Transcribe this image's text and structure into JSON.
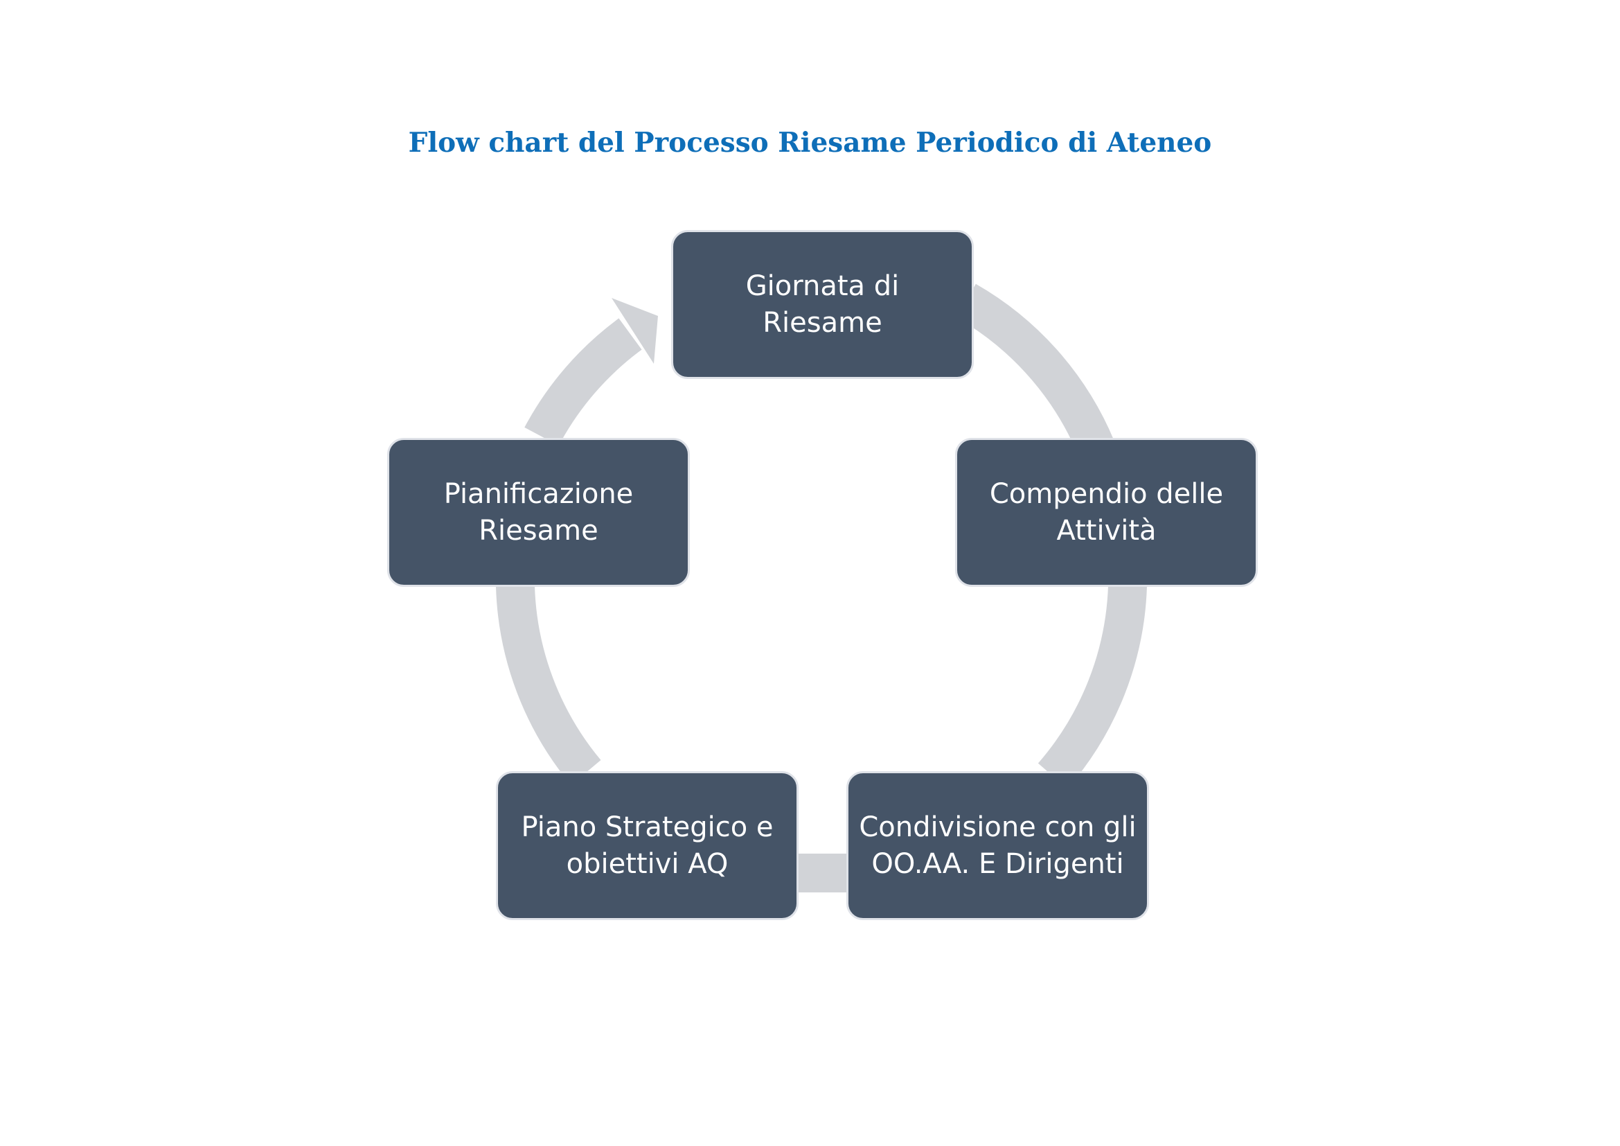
{
  "title": "Flow chart del Processo Riesame Periodico di Ateneo",
  "colors": {
    "title": "#0E6EB8",
    "node_fill": "#455467",
    "node_border": "#dfe2e8",
    "node_text": "#ffffff",
    "cycle_arrow": "#d1d3d7"
  },
  "steps": [
    {
      "lines": [
        "Giornata di",
        "Riesame"
      ]
    },
    {
      "lines": [
        "Compendio delle",
        "Attività"
      ]
    },
    {
      "lines": [
        "Condivisione con gli",
        "OO.AA. E Dirigenti"
      ]
    },
    {
      "lines": [
        "Piano Strategico e",
        "obiettivi AQ"
      ]
    },
    {
      "lines": [
        "Pianificazione",
        "Riesame"
      ]
    }
  ]
}
